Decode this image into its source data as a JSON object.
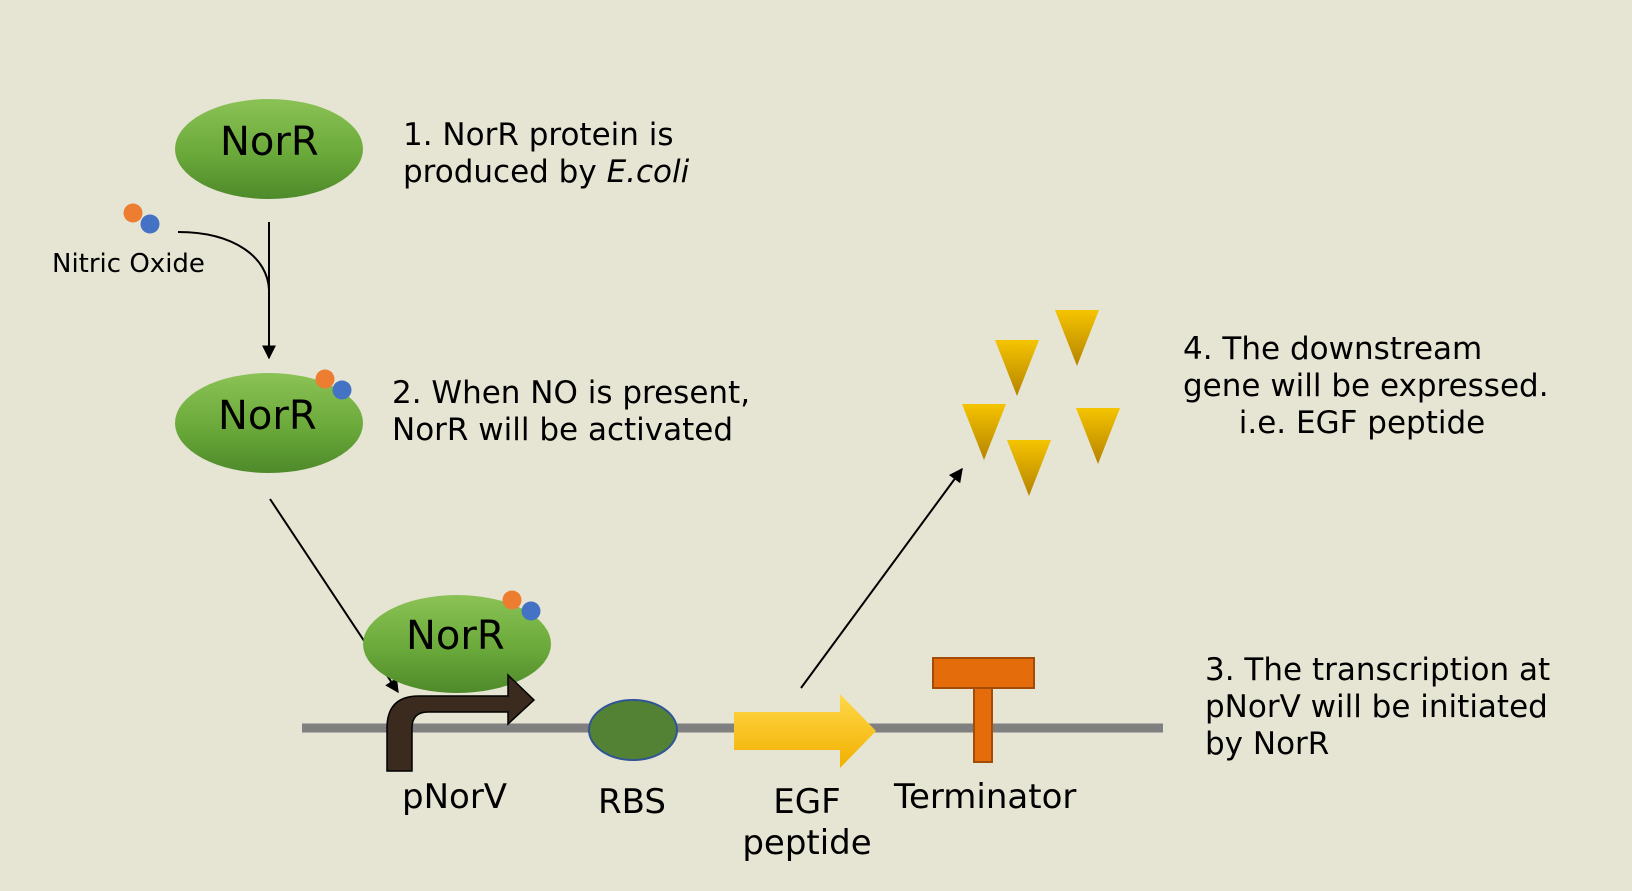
{
  "protein_label": "NorR",
  "nitric_oxide_label": "Nitric Oxide",
  "step1": {
    "line1": "1. NorR protein is",
    "line2_prefix": "produced by ",
    "line2_italic": "E.coli"
  },
  "step2": {
    "line1": "2. When NO is present,",
    "line2": "NorR will be activated"
  },
  "step3": {
    "line1": "3. The transcription at",
    "line2": "pNorV will be initiated",
    "line3": "by NorR"
  },
  "step4": {
    "line1": "4. The downstream",
    "line2": "gene will be expressed.",
    "line3": "i.e. EGF peptide"
  },
  "parts": {
    "promoter": "pNorV",
    "rbs": "RBS",
    "gene_line1": "EGF",
    "gene_line2": "peptide",
    "terminator": "Terminator"
  },
  "colors": {
    "background": "#e6e4d3",
    "norr_green": "#6fae3f",
    "rbs_green": "#548235",
    "oxygen_orange": "#ed7d31",
    "nitrogen_blue": "#4472c4",
    "gene_yellow": "#ffc000",
    "terminator_orange": "#e46c0a",
    "promoter_brown": "#3b2a1e",
    "dna_gray": "#808080"
  }
}
